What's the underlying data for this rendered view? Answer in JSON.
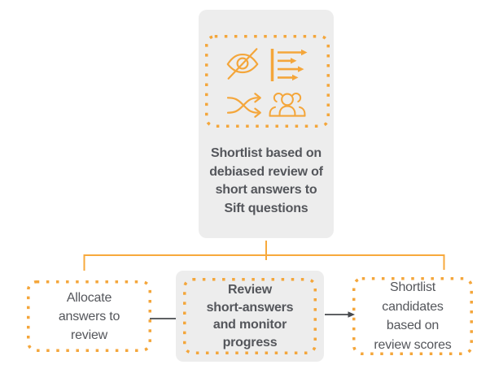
{
  "colors": {
    "accent_orange": "#F4A63B",
    "box_gray": "#EDEDED",
    "text_dark": "#54565B",
    "arrow_gray": "#47494D"
  },
  "top_node": {
    "label": "Shortlist based on debiased review of short answers to Sift questions",
    "lines": [
      "Shortlist based on",
      "debiased review of",
      "short answers to",
      "Sift questions"
    ],
    "icons": [
      "eye-slash-icon",
      "list-arrows-icon",
      "shuffle-icon",
      "group-icon"
    ]
  },
  "bottom_nodes": [
    {
      "label": "Allocate answers to review",
      "lines": [
        "Allocate",
        "answers to",
        "review"
      ],
      "emphasis": false
    },
    {
      "label": "Review short-answers and monitor progress",
      "lines": [
        "Review",
        "short-answers",
        "and monitor",
        "progress"
      ],
      "emphasis": true
    },
    {
      "label": "Shortlist candidates based on review scores",
      "lines": [
        "Shortlist",
        "candidates",
        "based on",
        "review scores"
      ],
      "emphasis": false
    }
  ]
}
